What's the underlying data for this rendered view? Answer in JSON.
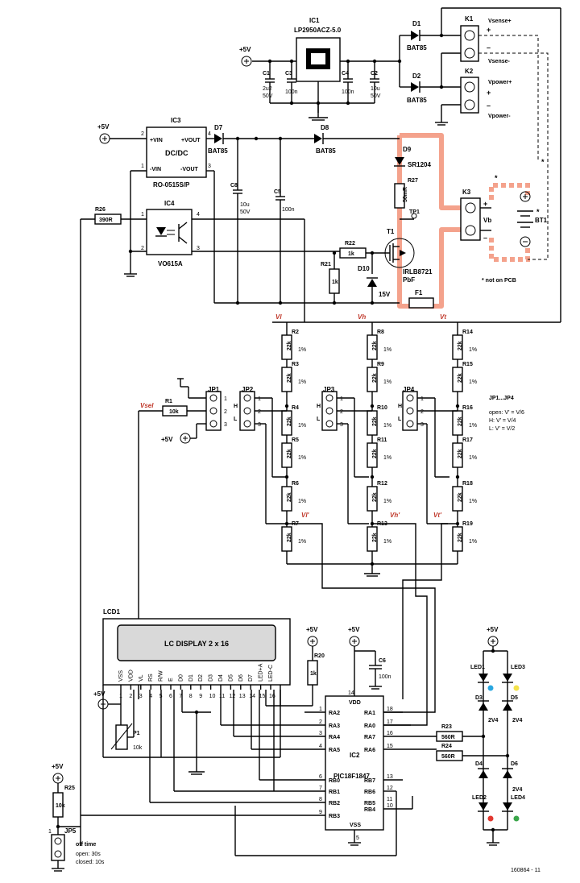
{
  "diagram_id": "160864 - 11",
  "components": {
    "ic1": {
      "ref": "IC1",
      "part": "LP2950ACZ-5.0"
    },
    "ic2": {
      "ref": "IC2",
      "part": "PIC18F1847"
    },
    "ic3": {
      "ref": "IC3",
      "part": "RO-0515S/P",
      "title": "DC/DC",
      "pins": [
        "+VIN",
        "+VOUT",
        "-VIN",
        "-VOUT"
      ]
    },
    "ic4": {
      "ref": "IC4",
      "part": "VO615A"
    },
    "lcd1": {
      "ref": "LCD1",
      "text": "LC DISPLAY 2 x 16"
    },
    "t1": {
      "ref": "T1",
      "part": "IRLB8721",
      "suffix": "PbF"
    },
    "tp1": "TP1",
    "bt1": "BT1",
    "f1": "F1",
    "diodes": {
      "d1": "D1",
      "d2": "D2",
      "d7": "D7",
      "d8": "D8",
      "d9": "D9",
      "d10": "D10",
      "bat85": "BAT85",
      "sr1204": "SR1204",
      "v15": "15V"
    },
    "caps": {
      "c1": "C1",
      "c1v": "2u2",
      "c1r": "50V",
      "c2": "C2",
      "c2v": "10u",
      "c2r": "50V",
      "c3": "C3",
      "c4": "C4",
      "c5": "C5",
      "c6": "C6",
      "c8": "C8",
      "c8v": "10u",
      "c8r": "50V",
      "n100": "100n"
    },
    "resistors": {
      "r1": "R1",
      "r1v": "10k",
      "r20": "R20",
      "r20v": "1k",
      "r21": "R21",
      "r21v": "1k",
      "r22": "R22",
      "r22v": "1k",
      "r23": "R23",
      "r23v": "560R",
      "r24": "R24",
      "r24v": "560R",
      "r25": "R25",
      "r25v": "10k",
      "r26": "R26",
      "r26v": "390R",
      "r27": "R27",
      "r27v": "50mR",
      "v22k": "22k",
      "tol": "1%",
      "p1": "P1",
      "p1v": "10k",
      "chain_l": [
        "R2",
        "R3",
        "R4",
        "R5",
        "R6",
        "R7"
      ],
      "chain_m": [
        "R8",
        "R9",
        "R10",
        "R11",
        "R12",
        "R13"
      ],
      "chain_r": [
        "R14",
        "R15",
        "R16",
        "R17",
        "R18",
        "R19"
      ]
    },
    "connectors": {
      "k1": "K1",
      "k2": "K2",
      "k3": "K3",
      "jp1": "JP1",
      "jp2": "JP2",
      "jp3": "JP3",
      "jp4": "JP4",
      "jp5": "JP5"
    },
    "leds": {
      "led1": "LED1",
      "led2": "LED2",
      "led3": "LED3",
      "led4": "LED4",
      "d3": "D3",
      "d4": "D4",
      "d5": "D5",
      "d6": "D6",
      "v24": "2V4",
      "c_led1": "#2aa7e0",
      "c_led2": "#e2372f",
      "c_led3": "#f4e24a",
      "c_led4": "#3aa64a"
    }
  },
  "signals": {
    "vsense_p": "Vsense+",
    "vsense_m": "Vsense-",
    "vpower_p": "Vpower+",
    "vpower_m": "Vpower-",
    "vb": "Vb",
    "vsel": "Vsel",
    "vl": "Vl",
    "vh": "Vh",
    "vt": "Vt",
    "vl2": "Vl'",
    "vh2": "Vh'",
    "vt2": "Vt'",
    "p5v": "+5V",
    "plus": "+",
    "minus": "–",
    "h": "H",
    "l": "L"
  },
  "notes": {
    "jp_title": "JP1...JP4",
    "jp_open": "open: V' = V/6",
    "jp_h": "H: V' = V/4",
    "jp_l": "L: V' = V/2",
    "not_pcb": "* not on PCB",
    "star": "*",
    "off_time": "off time",
    "off_open": "open: 30s",
    "off_closed": "closed: 10s"
  },
  "pins": {
    "lcd_names": [
      "VSS",
      "VDD",
      "VL",
      "RS",
      "R/W",
      "E",
      "D0",
      "D1",
      "D2",
      "D3",
      "D4",
      "D5",
      "D6",
      "D7",
      "LED+A",
      "LED-C"
    ],
    "lcd_nums": [
      "1",
      "2",
      "3",
      "4",
      "5",
      "6",
      "7",
      "8",
      "9",
      "10",
      "11",
      "12",
      "13",
      "14",
      "15",
      "16"
    ],
    "ic2_left": [
      "RA2",
      "RA3",
      "RA4",
      "RA5",
      "RB0",
      "RB1",
      "RB2",
      "RB3"
    ],
    "ic2_left_n": [
      "1",
      "2",
      "3",
      "4",
      "6",
      "7",
      "8",
      "9"
    ],
    "ic2_right": [
      "RA1",
      "RA0",
      "RA7",
      "RA6",
      "RB7",
      "RB6",
      "RB5",
      "RB4"
    ],
    "ic2_right_n": [
      "18",
      "17",
      "16",
      "15",
      "13",
      "12",
      "11",
      "10"
    ],
    "vdd": "VDD",
    "vss": "VSS",
    "n14": "14",
    "n5": "5"
  },
  "colors": {
    "highlight": "#f4a28c",
    "display": "#d9d9d9"
  }
}
